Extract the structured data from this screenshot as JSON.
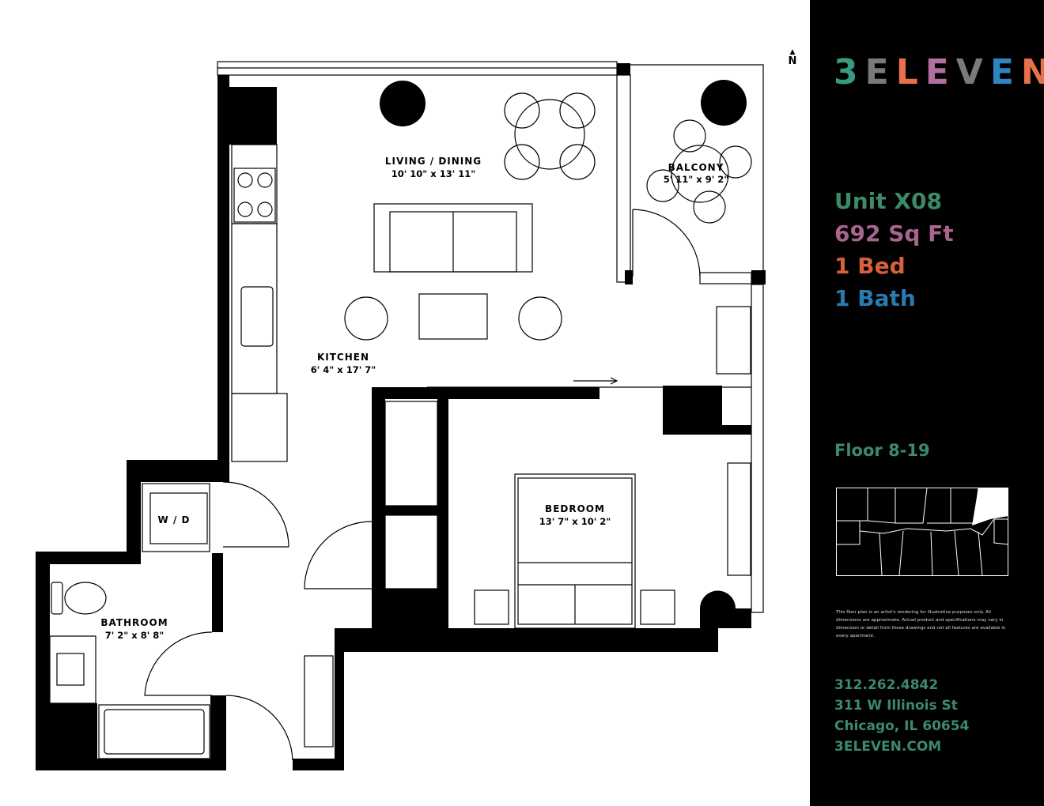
{
  "brand": {
    "logo_text": "3ELEVEN",
    "logo_letters": [
      "3",
      "E",
      "L",
      "E",
      "V",
      "E",
      "N"
    ],
    "logo_colors": [
      "#3a9a80",
      "#7a7a7a",
      "#e8704a",
      "#b06fa0",
      "#7a7a7a",
      "#2e86c1",
      "#e8704a"
    ]
  },
  "compass": {
    "label": "N"
  },
  "rooms": {
    "living": {
      "name": "LIVING / DINING",
      "dims": "10' 10\"  x 13' 11\""
    },
    "balcony": {
      "name": "BALCONY",
      "dims": "5' 11\"  x 9' 2\""
    },
    "kitchen": {
      "name": "KITCHEN",
      "dims": "6' 4\"  x 17' 7\""
    },
    "bedroom": {
      "name": "BEDROOM",
      "dims": "13' 7\"  x 10' 2\""
    },
    "bathroom": {
      "name": "BATHROOM",
      "dims": "7' 2\"  x 8' 8\""
    },
    "laundry": {
      "name": "W / D"
    }
  },
  "unit": {
    "name": "Unit X08",
    "name_color": "#3d8a6a",
    "area": "692 Sq Ft",
    "area_color": "#a8648e",
    "beds": "1 Bed",
    "beds_color": "#d9603b",
    "baths": "1 Bath",
    "baths_color": "#2a7ab0",
    "floors": "Floor 8-19"
  },
  "disclaimer": "This floor plan is an artist's rendering for illustrative purposes only. All dimensions are approximate. Actual product and specifications may vary in dimension or detail from these drawings and not all features are available in every apartment.",
  "contact": {
    "phone": "312.262.4842",
    "street": "311 W Illinois St",
    "city": "Chicago, IL 60654",
    "website": "3ELEVEN.COM"
  }
}
